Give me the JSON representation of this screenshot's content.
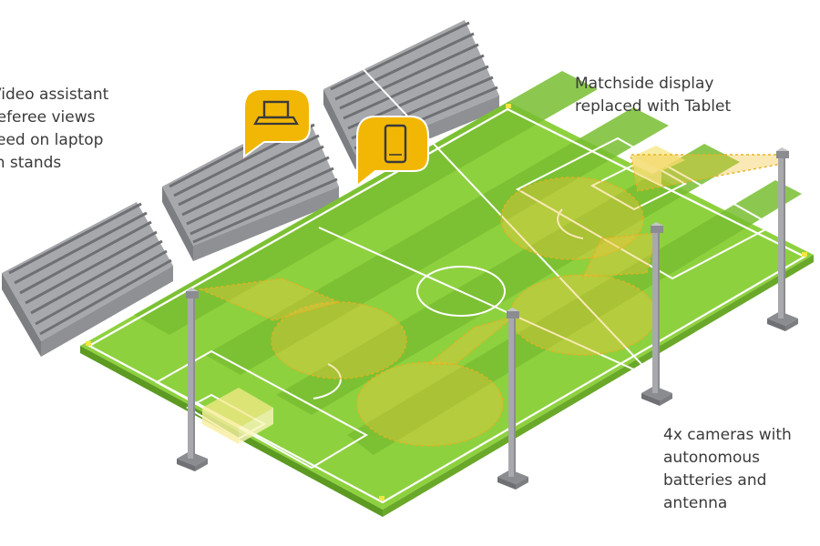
{
  "labels": {
    "var_views": [
      "Video assistant",
      "referee views",
      "feed on laptop",
      "in stands"
    ],
    "matchside": [
      "Matchside display",
      "replaced with Tablet"
    ],
    "cameras": [
      "4x cameras with",
      "autonomous",
      "batteries and",
      "antenna"
    ]
  },
  "icons": {
    "laptop_marker": "laptop-icon",
    "tablet_marker": "tablet-icon"
  },
  "colors": {
    "pitch_light": "#8ed13f",
    "pitch_dark": "#73b92e",
    "pitch_edge": "#5c9a22",
    "line_white": "#ffffff",
    "camera_field": "#f2c53d",
    "marker_fill": "#f2b705",
    "stand_light": "#b9babd",
    "stand_dark": "#8a8b8f",
    "pole": "#9fa0a4",
    "label_text": "#3a3a3a"
  }
}
